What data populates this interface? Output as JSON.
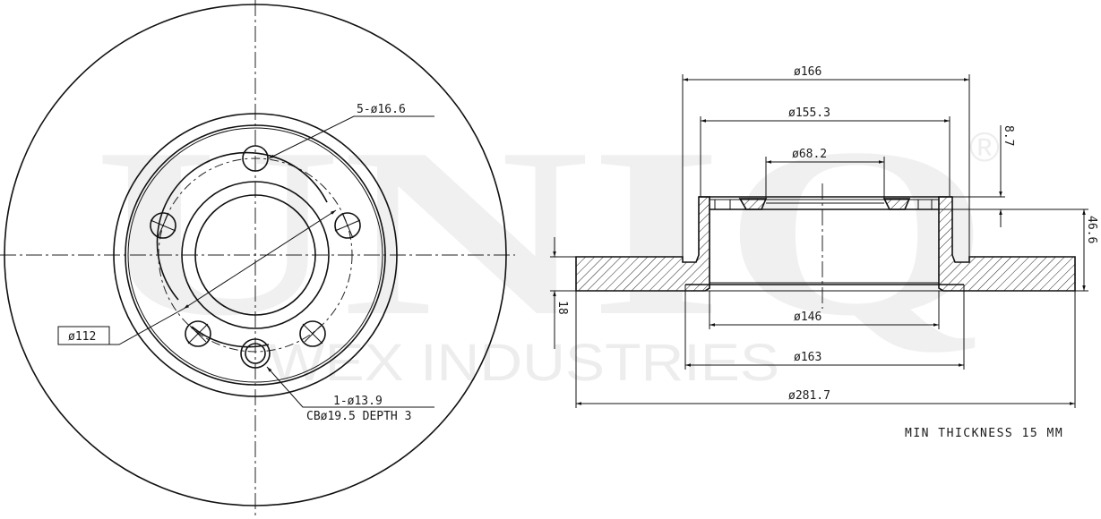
{
  "watermark": {
    "brand": "UNIQ",
    "registered_mark": "®",
    "subtitle": "WEX INDUSTRIES"
  },
  "front_view": {
    "bolt_holes_label": "5-ø16.6",
    "pcd_label": "ø112",
    "locating_hole_label_line1": "1-ø13.9",
    "locating_hole_label_line2": "CBø19.5 DEPTH 3"
  },
  "section_view": {
    "dimensions": {
      "hat_outer_diameter": "ø166",
      "hat_top_diameter": "ø155.3",
      "center_bore": "ø68.2",
      "hat_inner_diameter": "ø146",
      "friction_inner_diameter": "ø163",
      "outer_diameter": "ø281.7",
      "hat_top_thickness": "8.7",
      "total_height": "46.6",
      "disc_thickness": "18"
    },
    "note": "MIN THICKNESS 15 MM"
  },
  "colors": {
    "line": "#111111",
    "watermark": "#f0f0f0",
    "background": "#ffffff"
  }
}
